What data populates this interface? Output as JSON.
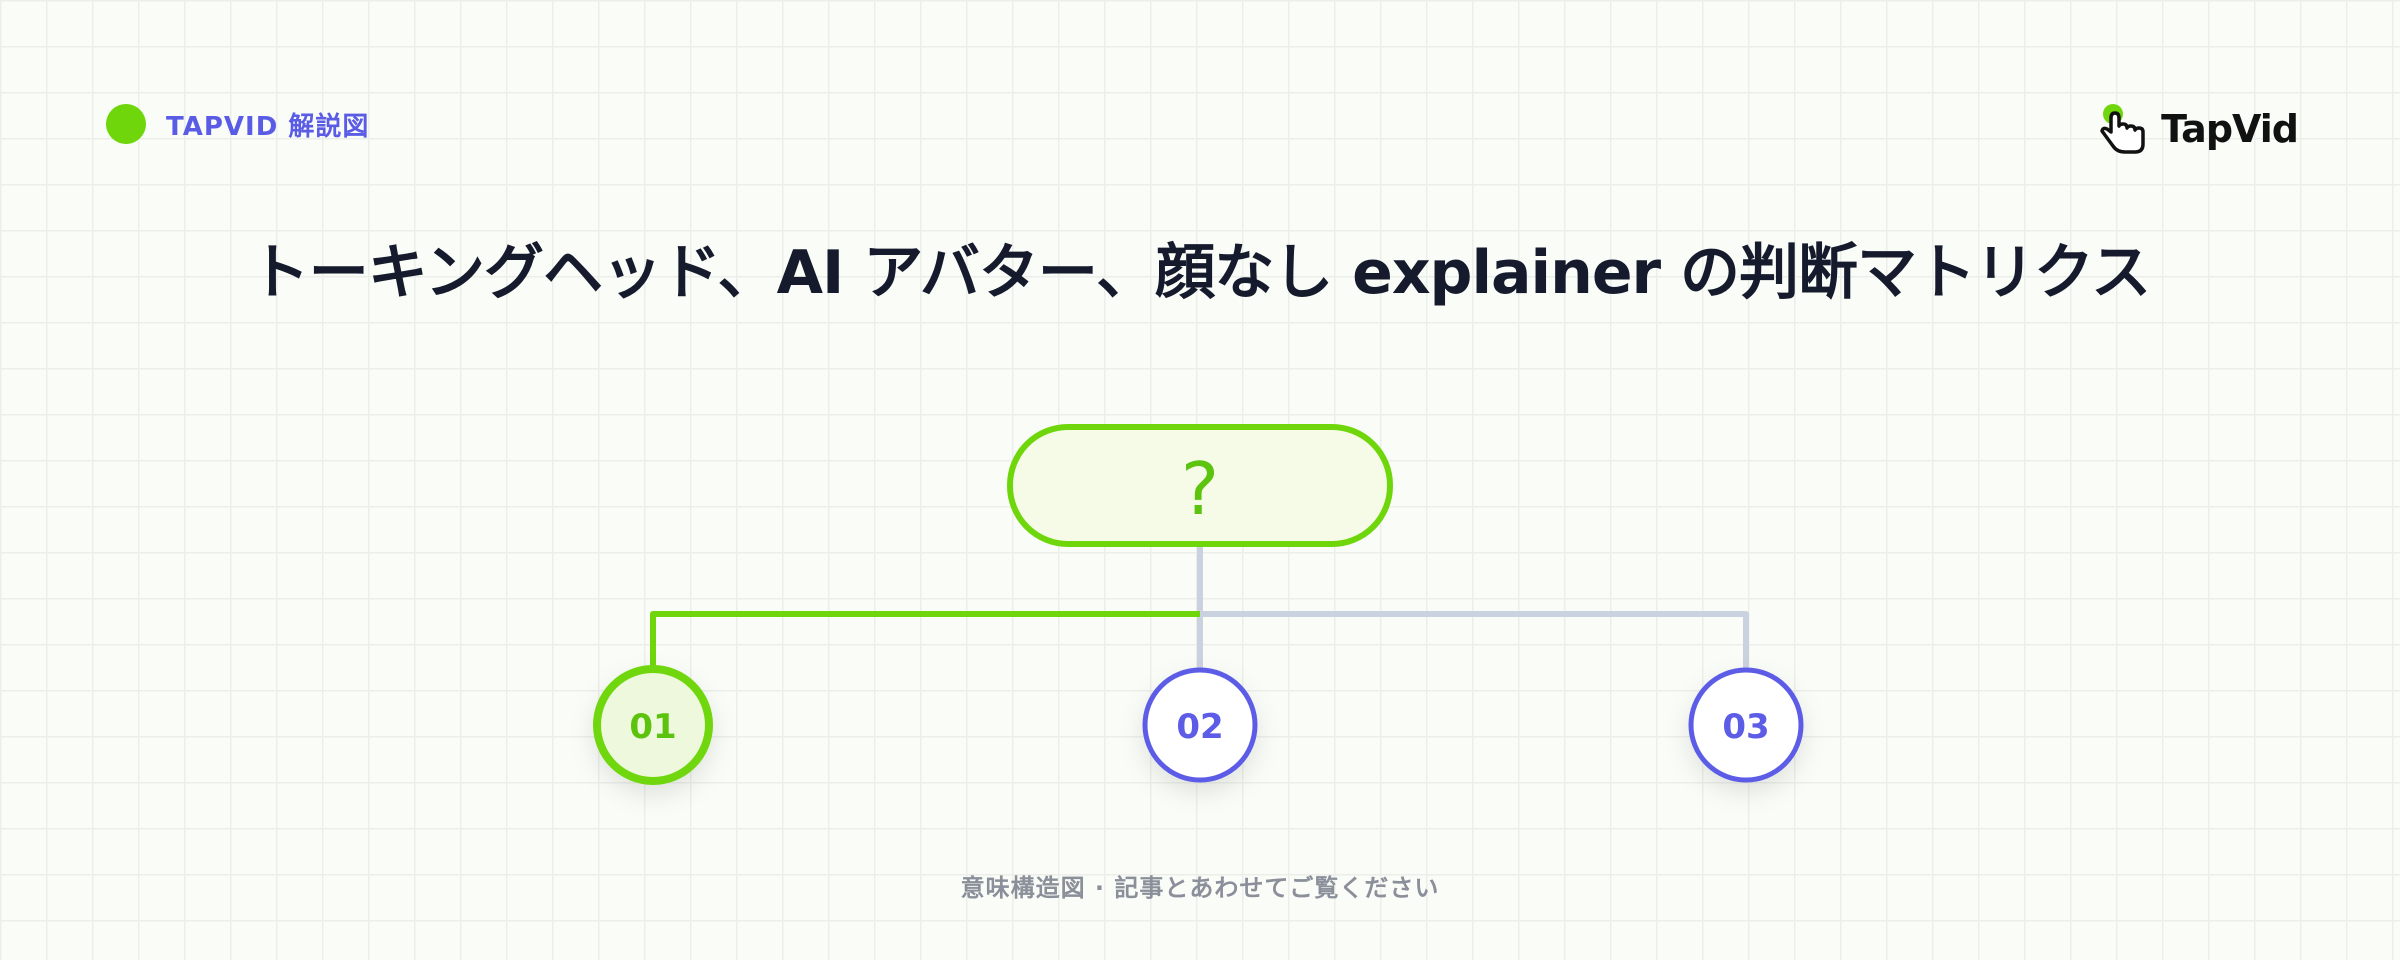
{
  "header": {
    "tag_label": "TAPVID 解説図",
    "logo_text": "TapVid"
  },
  "title": "トーキングヘッド、AI アバター、顔なし explainer の判断マトリクス",
  "diagram": {
    "root_label": "?",
    "nodes": [
      {
        "label": "01",
        "state": "active"
      },
      {
        "label": "02",
        "state": "inactive"
      },
      {
        "label": "03",
        "state": "inactive"
      }
    ]
  },
  "footer": {
    "note": "意味構造図 · 記事とあわせてご覧ください"
  },
  "colors": {
    "accent_green": "#6fd60b",
    "active_green_dark": "#5cc30f",
    "node_blue": "#5b5ce6",
    "connector_gray": "#cbd2df",
    "title_text": "#151a2d",
    "muted_text": "#8a8f99"
  }
}
